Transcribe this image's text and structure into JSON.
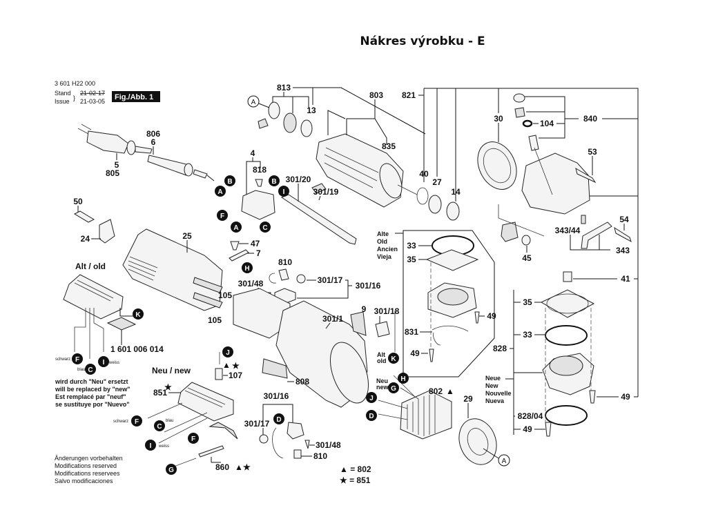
{
  "title": "Nákres výrobku - E",
  "header": {
    "part_number": "3 601 H22 000",
    "stand_label": "Stand",
    "issue_label": "Issue",
    "stand_date_old": "21-02-17",
    "issue_date": "21-03-05",
    "figure": "Fig./Abb. 1"
  },
  "labels": {
    "p813": "813",
    "p13": "13",
    "p803": "803",
    "p835": "835",
    "p821": "821",
    "p30": "30",
    "p104": "104",
    "p840": "840",
    "p53": "53",
    "p40": "40",
    "p27": "27",
    "p14": "14",
    "p806": "806",
    "p6": "6",
    "p5": "5",
    "p805": "805",
    "p50": "50",
    "p24": "24",
    "p25": "25",
    "p4": "4",
    "p818": "818",
    "p301_20": "301/20",
    "p301_19": "301/19",
    "p47": "47",
    "p7": "7",
    "p810": "810",
    "p301_48": "301/48",
    "p301_17": "301/17",
    "p301_16": "301/16",
    "p105a": "105",
    "p105b": "105",
    "p9": "9",
    "p301_18": "301/18",
    "p301_1": "301/1",
    "p33a": "33",
    "p35a": "35",
    "p49a": "49",
    "p831": "831",
    "p49b": "49",
    "p54": "54",
    "p343_44": "343/44",
    "p343": "343",
    "p45": "45",
    "p41": "41",
    "p35b": "35",
    "p33b": "33",
    "p828": "828",
    "p49c": "49",
    "p828_04": "828/04",
    "p49d": "49",
    "p107": "107",
    "p851": "851",
    "p808": "808",
    "p802": "802",
    "p29": "29",
    "p301_16b": "301/16",
    "p301_17b": "301/17",
    "p301_48b": "301/48",
    "p810b": "810",
    "p860": "860",
    "p1601": "1 601 006 014"
  },
  "sections": {
    "alt_old": "Alt / old",
    "neu_new": "Neu / new",
    "alte_box": [
      "Alte",
      "Old",
      "Ancien",
      "Vieja"
    ],
    "neue_box": [
      "Neue",
      "New",
      "Nouvelle",
      "Nueva"
    ],
    "alt_old_small": [
      "Alt",
      "old"
    ],
    "neu_new_small": [
      "Neu",
      "new"
    ]
  },
  "wire_colors": {
    "schwarz": "schwarz",
    "blau": "blau",
    "weiss": "weiss"
  },
  "replacement_note": [
    "wird durch \"Neu\" ersetzt",
    "will be replaced by \"new\"",
    "Est remplacé par \"neuf\"",
    "se sustituye por \"Nuevo\""
  ],
  "modifications_note": [
    "Änderungen vorbehalten",
    "Modifications reserved",
    "Modifications reservees",
    "Salvo modificaciones"
  ],
  "legend": {
    "triangle": "▲ = 802",
    "star": "★ = 851"
  },
  "markers": {
    "triangle": "▲",
    "star": "★"
  },
  "connectors": {
    "A": "A",
    "B": "B",
    "C": "C",
    "D": "D",
    "F": "F",
    "G": "G",
    "H": "H",
    "I": "I",
    "J": "J",
    "K": "K"
  }
}
